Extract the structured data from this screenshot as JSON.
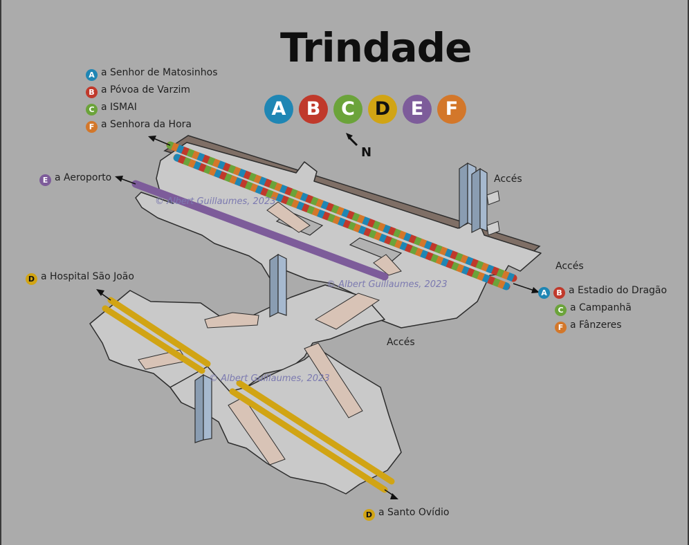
{
  "title": "Trindade",
  "line_badges": [
    {
      "letter": "A",
      "color": "#1f86b4"
    },
    {
      "letter": "B",
      "color": "#c0392b"
    },
    {
      "letter": "C",
      "color": "#6ba33a"
    },
    {
      "letter": "D",
      "color": "#d1a414"
    },
    {
      "letter": "E",
      "color": "#7d5c9a"
    },
    {
      "letter": "F",
      "color": "#d3772a"
    }
  ],
  "north_label": "N",
  "destinations": {
    "west_upper": [
      {
        "letter": "A",
        "text": "a Senhor de Matosinhos"
      },
      {
        "letter": "B",
        "text": "a Póvoa de Varzim"
      },
      {
        "letter": "C",
        "text": "a ISMAI"
      },
      {
        "letter": "F",
        "text": "a Senhora da Hora"
      }
    ],
    "aeroporto": {
      "letter": "E",
      "text": "a Aeroporto"
    },
    "hospital": {
      "letter": "D",
      "text": "a Hospital São João"
    },
    "east": [
      {
        "letters": [
          "A",
          "B"
        ],
        "text": "a Estadio do Dragão"
      },
      {
        "letters": [
          "C"
        ],
        "text": "a Campanhã"
      },
      {
        "letters": [
          "F"
        ],
        "text": "a Fânzeres"
      }
    ],
    "santo_ovidio": {
      "letter": "D",
      "text": "a Santo Ovídio"
    }
  },
  "access_label": "Accés",
  "watermark": "© Albert Guillaumes, 2023",
  "colors": {
    "A": "#1f86b4",
    "B": "#c0392b",
    "C": "#6ba33a",
    "D": "#d1a414",
    "E": "#7d5c9a",
    "F": "#d3772a",
    "platform": "#c9c9c9",
    "platform_edge": "#2d2d2d",
    "stair": "#d8c3b6",
    "elevator": "#a6b9cf"
  }
}
